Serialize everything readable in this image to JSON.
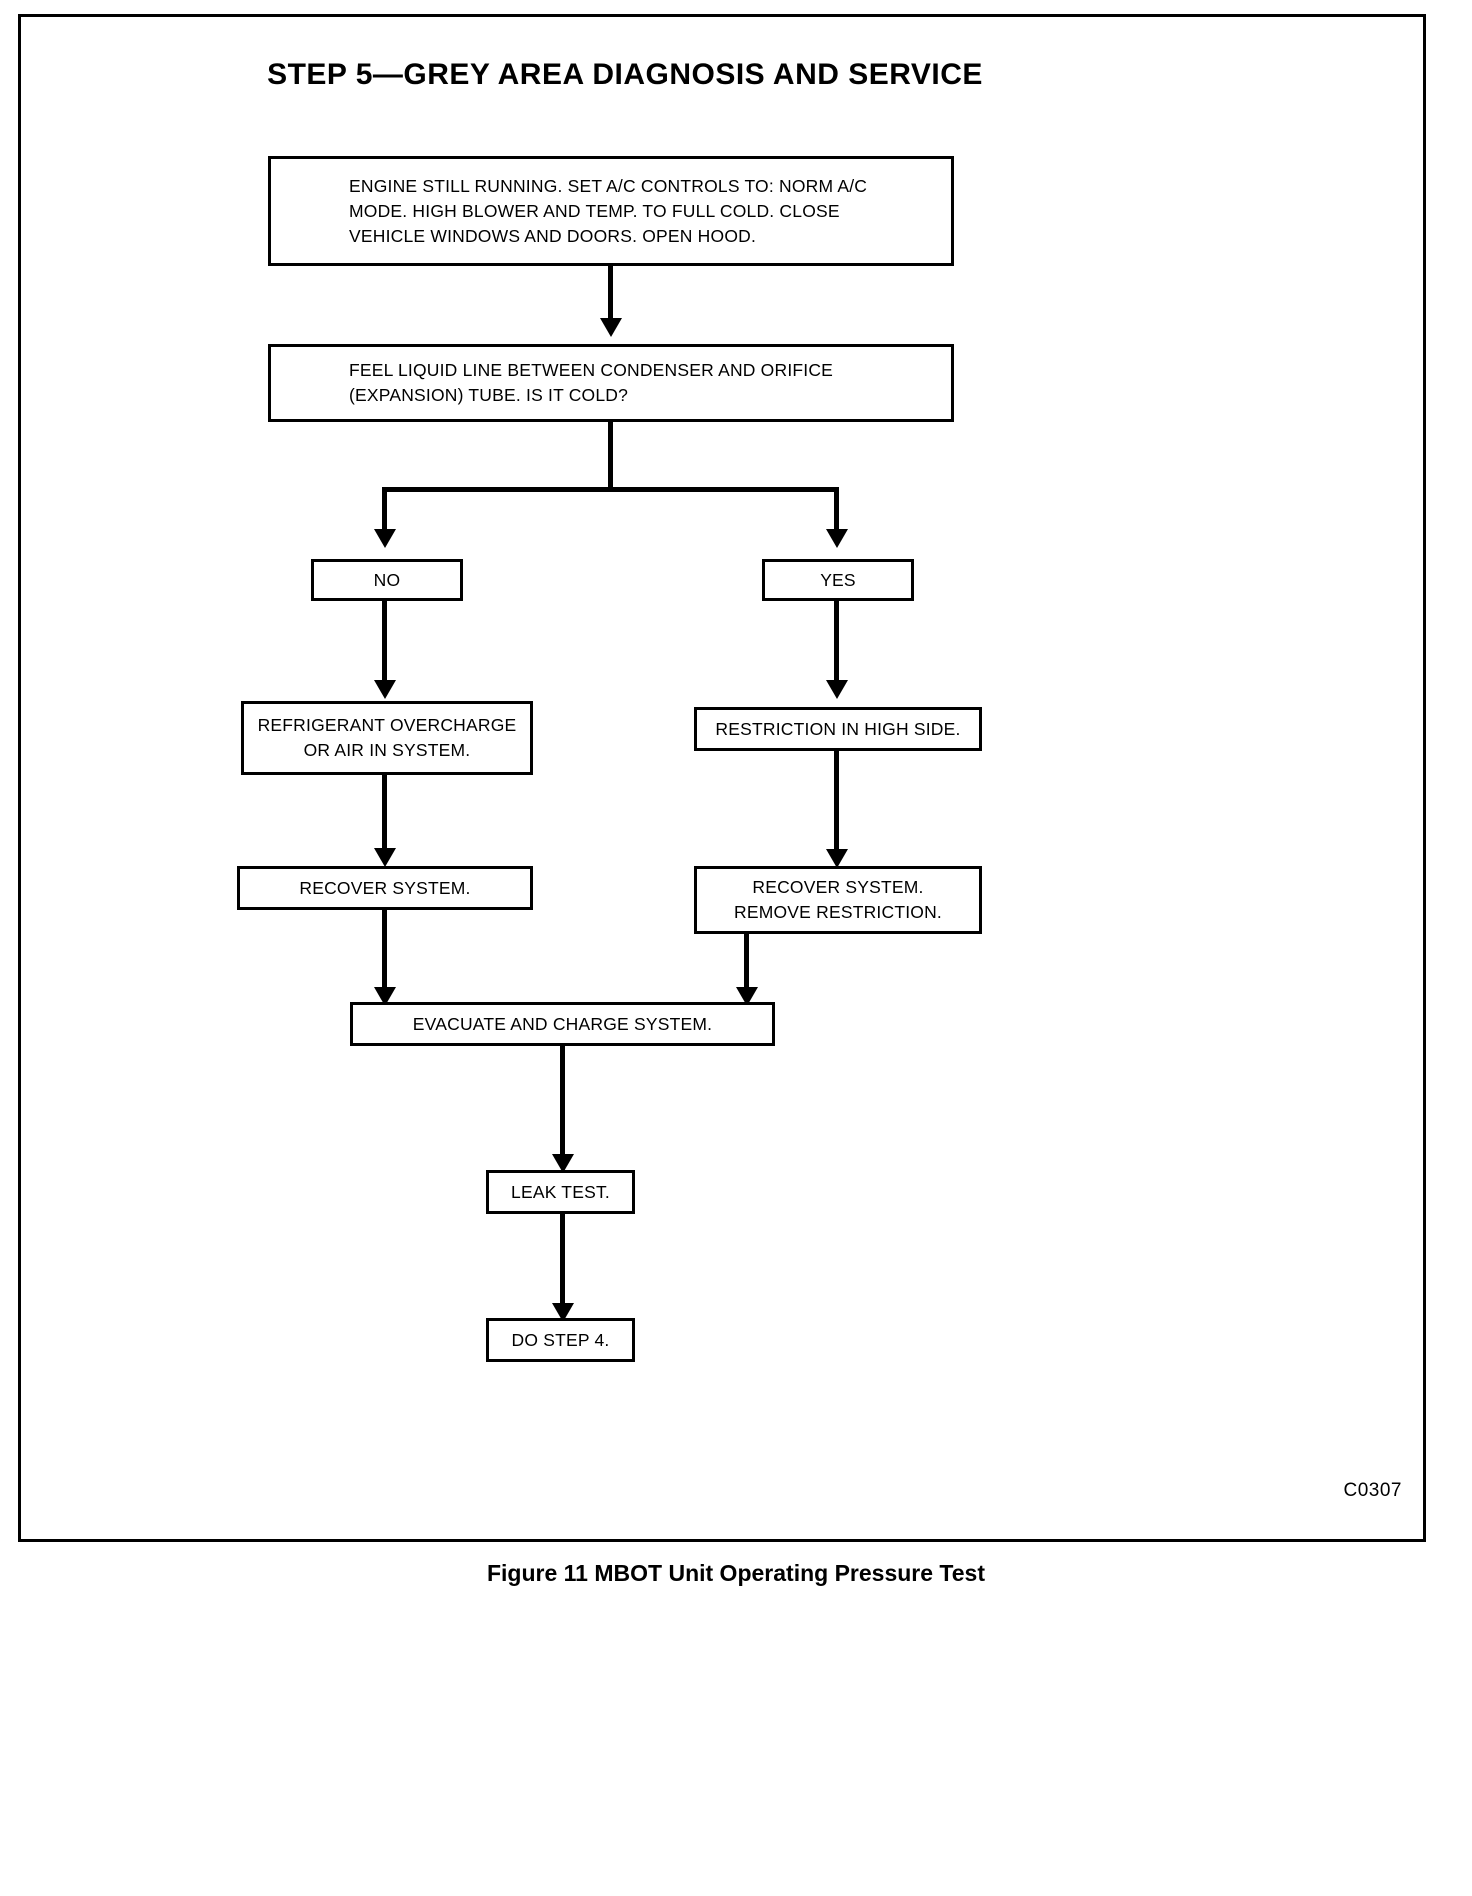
{
  "page": {
    "title": "STEP 5—GREY AREA DIAGNOSIS AND SERVICE",
    "figure_code": "C0307",
    "caption": "Figure 11  MBOT Unit Operating Pressure Test"
  },
  "diagram": {
    "type": "flowchart",
    "nodes": [
      {
        "id": "start",
        "lines": [
          "ENGINE STILL RUNNING. SET A/C CONTROLS TO: NORM A/C",
          "MODE. HIGH BLOWER AND TEMP. TO FULL COLD. CLOSE",
          "VEHICLE WINDOWS AND DOORS. OPEN HOOD."
        ]
      },
      {
        "id": "question",
        "lines": [
          "FEEL LIQUID LINE BETWEEN CONDENSER AND ORIFICE",
          "(EXPANSION) TUBE. IS IT COLD?"
        ]
      },
      {
        "id": "no",
        "lines": [
          "NO"
        ]
      },
      {
        "id": "yes",
        "lines": [
          "YES"
        ]
      },
      {
        "id": "overcharge",
        "lines": [
          "REFRIGERANT OVERCHARGE",
          "OR AIR IN SYSTEM."
        ]
      },
      {
        "id": "restriction",
        "lines": [
          "RESTRICTION IN HIGH SIDE."
        ]
      },
      {
        "id": "recover-left",
        "lines": [
          "RECOVER SYSTEM."
        ]
      },
      {
        "id": "recover-right",
        "lines": [
          "RECOVER SYSTEM.",
          "REMOVE RESTRICTION."
        ]
      },
      {
        "id": "evacuate",
        "lines": [
          "EVACUATE AND CHARGE SYSTEM."
        ]
      },
      {
        "id": "leak-test",
        "lines": [
          "LEAK TEST."
        ]
      },
      {
        "id": "do-step-4",
        "lines": [
          "DO STEP 4."
        ]
      }
    ]
  },
  "colors": {
    "ink": "#000000",
    "paper": "#ffffff"
  }
}
